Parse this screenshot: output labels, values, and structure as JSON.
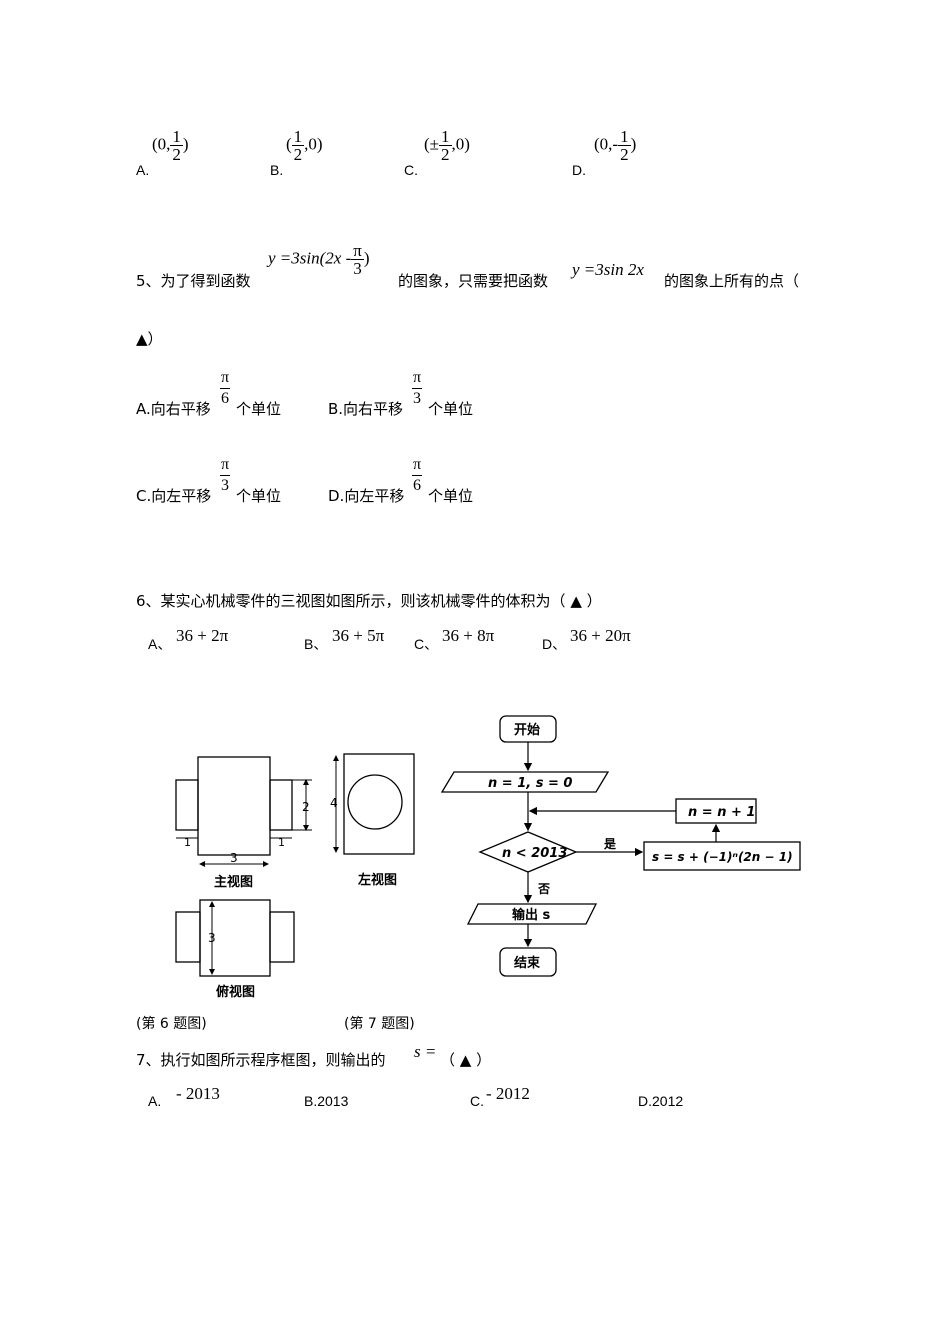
{
  "q4": {
    "options": [
      {
        "label": "A.",
        "open": "(0,",
        "num": "1",
        "den": "2",
        "close": ")"
      },
      {
        "label": "B.",
        "open": "(",
        "num": "1",
        "den": "2",
        "close": ",0)"
      },
      {
        "label": "C.",
        "open": "(±",
        "num": "1",
        "den": "2",
        "close": ",0)"
      },
      {
        "label": "D.",
        "open": "(0,-",
        "num": "1",
        "den": "2",
        "close": ")"
      }
    ]
  },
  "q5": {
    "prefix": "5、为了得到函数",
    "func1_left": "y =3sin(2x -",
    "func1_num": "π",
    "func1_den": "3",
    "func1_right": ")",
    "mid": "的图象，只需要把函数",
    "func2": "y =3sin 2x",
    "suffix": "的图象上所有的点（",
    "blank": "▲）",
    "options": [
      {
        "label": "A.向右平移",
        "num": "π",
        "den": "6",
        "unit": "个单位"
      },
      {
        "label": "B.向右平移",
        "num": "π",
        "den": "3",
        "unit": "个单位"
      },
      {
        "label": "C.向左平移",
        "num": "π",
        "den": "3",
        "unit": "个单位"
      },
      {
        "label": "D.向左平移",
        "num": "π",
        "den": "6",
        "unit": "个单位"
      }
    ]
  },
  "q6": {
    "stem": "6、某实心机械零件的三视图如图所示，则该机械零件的体积为（  ▲  ）",
    "options": [
      {
        "label": "A、",
        "expr": "36 + 2π"
      },
      {
        "label": "B、",
        "expr": "36 + 5π"
      },
      {
        "label": "C、",
        "expr": "36 + 8π"
      },
      {
        "label": "D、",
        "expr": "36 + 20π"
      }
    ],
    "views": {
      "front": "主视图",
      "left": "左视图",
      "top": "俯视图",
      "dim_width": "3",
      "dim_height": "2",
      "dim_side1": "1",
      "dim_side2": "1",
      "dim_left_height": "4",
      "dim_top_height": "3"
    }
  },
  "flowchart": {
    "start": "开始",
    "init": "n = 1, s = 0",
    "cond": "n < 2013",
    "yes": "是",
    "no": "否",
    "update_s": "s = s + (−1)ⁿ(2n − 1)",
    "update_n": "n = n + 1",
    "output": "输出 s",
    "end": "结束"
  },
  "captions": {
    "fig6": "(第 6 题图)",
    "fig7": "(第 7 题图)"
  },
  "q7": {
    "stem": "7、执行如图所示程序框图，则输出的",
    "var": "s =",
    "tail": "（  ▲  ）",
    "options": [
      {
        "label": "A.",
        "value": "- 2013"
      },
      {
        "label": "B.2013",
        "value": ""
      },
      {
        "label": "C.",
        "value": "- 2012"
      },
      {
        "label": "D.2012",
        "value": ""
      }
    ]
  }
}
